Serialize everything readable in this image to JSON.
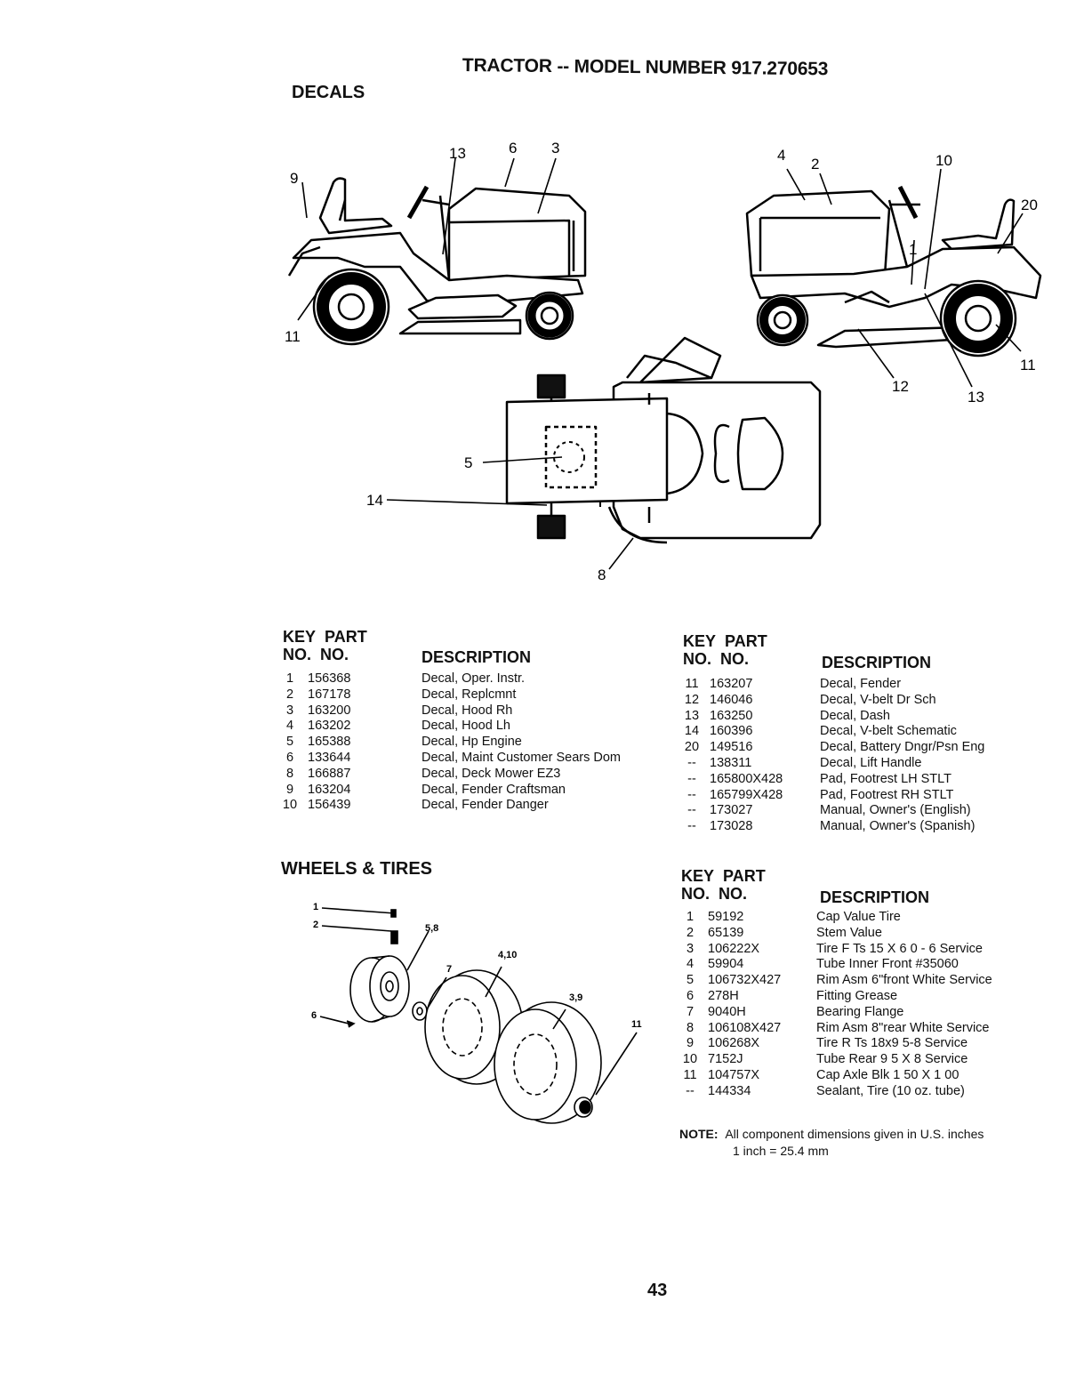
{
  "header": {
    "title": "TRACTOR -- MODEL NUMBER 917.270653",
    "section_decals": "DECALS",
    "section_wheels": "WHEELS & TIRES"
  },
  "column_headers": {
    "key": "KEY",
    "no1": "NO.",
    "part": "PART",
    "no2": "NO.",
    "description": "DESCRIPTION"
  },
  "decals_callouts": {
    "left": [
      "9",
      "13",
      "6",
      "3",
      "11"
    ],
    "right": [
      "4",
      "2",
      "10",
      "20",
      "1",
      "11",
      "12",
      "13"
    ],
    "top": [
      "5",
      "14",
      "8"
    ]
  },
  "wheels_callouts": [
    "1",
    "2",
    "5,8",
    "4,10",
    "7",
    "3,9",
    "6",
    "11"
  ],
  "decals_table_left": [
    {
      "key": "1",
      "part": "156368",
      "desc": "Decal, Oper. Instr."
    },
    {
      "key": "2",
      "part": "167178",
      "desc": "Decal, Replcmnt"
    },
    {
      "key": "3",
      "part": "163200",
      "desc": "Decal, Hood Rh"
    },
    {
      "key": "4",
      "part": "163202",
      "desc": "Decal, Hood Lh"
    },
    {
      "key": "5",
      "part": "165388",
      "desc": "Decal, Hp Engine"
    },
    {
      "key": "6",
      "part": "133644",
      "desc": "Decal, Maint Customer Sears Dom"
    },
    {
      "key": "8",
      "part": "166887",
      "desc": "Decal, Deck Mower EZ3"
    },
    {
      "key": "9",
      "part": "163204",
      "desc": "Decal, Fender Craftsman"
    },
    {
      "key": "10",
      "part": "156439",
      "desc": "Decal, Fender Danger"
    }
  ],
  "decals_table_right": [
    {
      "key": "11",
      "part": "163207",
      "desc": "Decal, Fender"
    },
    {
      "key": "12",
      "part": "146046",
      "desc": "Decal, V-belt Dr Sch"
    },
    {
      "key": "13",
      "part": "163250",
      "desc": "Decal, Dash"
    },
    {
      "key": "14",
      "part": "160396",
      "desc": "Decal, V-belt Schematic"
    },
    {
      "key": "20",
      "part": "149516",
      "desc": "Decal, Battery Dngr/Psn Eng"
    },
    {
      "key": "--",
      "part": "138311",
      "desc": "Decal, Lift Handle"
    },
    {
      "key": "--",
      "part": "165800X428",
      "desc": "Pad, Footrest LH STLT"
    },
    {
      "key": "--",
      "part": "165799X428",
      "desc": "Pad, Footrest RH STLT"
    },
    {
      "key": "--",
      "part": "173027",
      "desc": "Manual, Owner's (English)"
    },
    {
      "key": "--",
      "part": "173028",
      "desc": "Manual, Owner's (Spanish)"
    }
  ],
  "wheels_table": [
    {
      "key": "1",
      "part": "59192",
      "desc": "Cap Value Tire"
    },
    {
      "key": "2",
      "part": "65139",
      "desc": "Stem Value"
    },
    {
      "key": "3",
      "part": "106222X",
      "desc": "Tire F Ts 15 X 6 0 - 6 Service"
    },
    {
      "key": "4",
      "part": "59904",
      "desc": "Tube Inner Front #35060"
    },
    {
      "key": "5",
      "part": "106732X427",
      "desc": "Rim Asm 6\"front White Service"
    },
    {
      "key": "6",
      "part": "278H",
      "desc": "Fitting Grease"
    },
    {
      "key": "7",
      "part": "9040H",
      "desc": "Bearing Flange"
    },
    {
      "key": "8",
      "part": "106108X427",
      "desc": "Rim Asm 8\"rear White Service"
    },
    {
      "key": "9",
      "part": "106268X",
      "desc": "Tire R Ts 18x9 5-8 Service"
    },
    {
      "key": "10",
      "part": "7152J",
      "desc": "Tube Rear 9 5 X 8 Service"
    },
    {
      "key": "11",
      "part": "104757X",
      "desc": "Cap Axle Blk 1 50 X 1 00"
    },
    {
      "key": "--",
      "part": "144334",
      "desc": "Sealant, Tire (10 oz. tube)"
    }
  ],
  "note": {
    "label": "NOTE:",
    "line1": "All component dimensions given in U.S. inches",
    "line2": "1 inch = 25.4 mm"
  },
  "page_number": "43"
}
